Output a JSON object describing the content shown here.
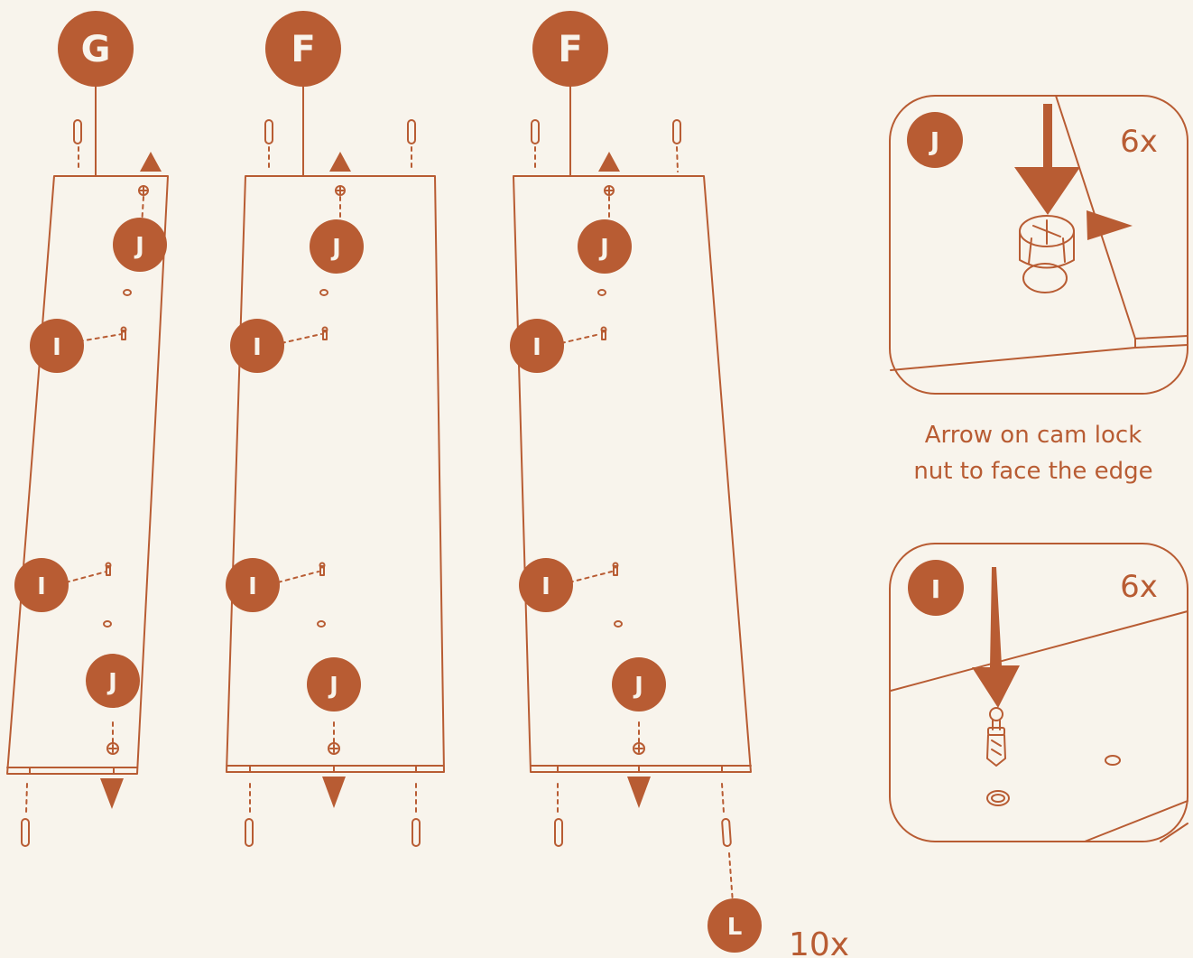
{
  "colors": {
    "accent": "#b85c33",
    "background": "#f8f4ec"
  },
  "panels": [
    {
      "label": "G"
    },
    {
      "label": "F"
    },
    {
      "label": "F"
    }
  ],
  "part_labels": {
    "cam_nut": "J",
    "cam_bolt": "I",
    "dowel": "L"
  },
  "detail_cam": {
    "label": "J",
    "quantity": "6x",
    "caption": [
      "Arrow on cam lock",
      "nut to face the edge"
    ]
  },
  "detail_bolt": {
    "label": "I",
    "quantity": "6x"
  },
  "dowel_callout": {
    "label": "L",
    "quantity": "10x"
  }
}
